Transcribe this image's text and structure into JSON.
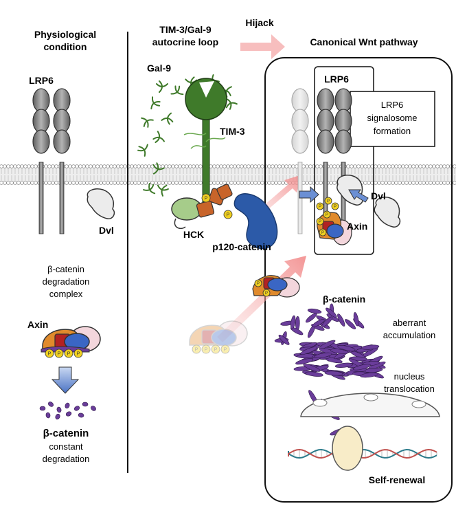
{
  "left": {
    "title_line1": "Physiological",
    "title_line2": "condition",
    "lrp6_label": "LRP6",
    "dvl_label": "Dvl",
    "complex_line1": "β-catenin",
    "complex_line2": "degradation",
    "complex_line3": "complex",
    "axin_label": "Axin",
    "bcat_label": "β-catenin",
    "bcat_desc_line1": "constant",
    "bcat_desc_line2": "degradation"
  },
  "middle": {
    "title_line1": "TIM-3/Gal-9",
    "title_line2": "autocrine loop",
    "hijack_label": "Hijack",
    "gal9_label": "Gal-9",
    "tim3_label": "TIM-3",
    "hck_label": "HCK",
    "p120_label": "p120-catenin"
  },
  "right": {
    "title": "Canonical Wnt pathway",
    "lrp6_label": "LRP6",
    "signalosome_line1": "LRP6",
    "signalosome_line2": "signalosome",
    "signalosome_line3": "formation",
    "dvl_label": "Dvl",
    "axin_label": "Axin",
    "bcat_label": "β-catenin",
    "accum_line1": "aberrant",
    "accum_line2": "accumulation",
    "nucleus_line1": "nucleus",
    "nucleus_line2": "translocation",
    "selfrenewal_label": "Self-renewal"
  },
  "phospho_letter": "P",
  "colors": {
    "membrane": "#9a9a9a",
    "lrp6": "#8a8a8a",
    "tim3": "#3f7a2a",
    "hck": "#c8642a",
    "p120": "#2c5aa8",
    "axin_red": "#b22222",
    "axin_orange": "#e08a2c",
    "axin_blue": "#3a66c4",
    "phospho": "#f0d020",
    "beta_catenin": "#6a3d9a",
    "arrow_pink": "#f4a3a3",
    "arrow_blue": "#6b8fd4"
  }
}
